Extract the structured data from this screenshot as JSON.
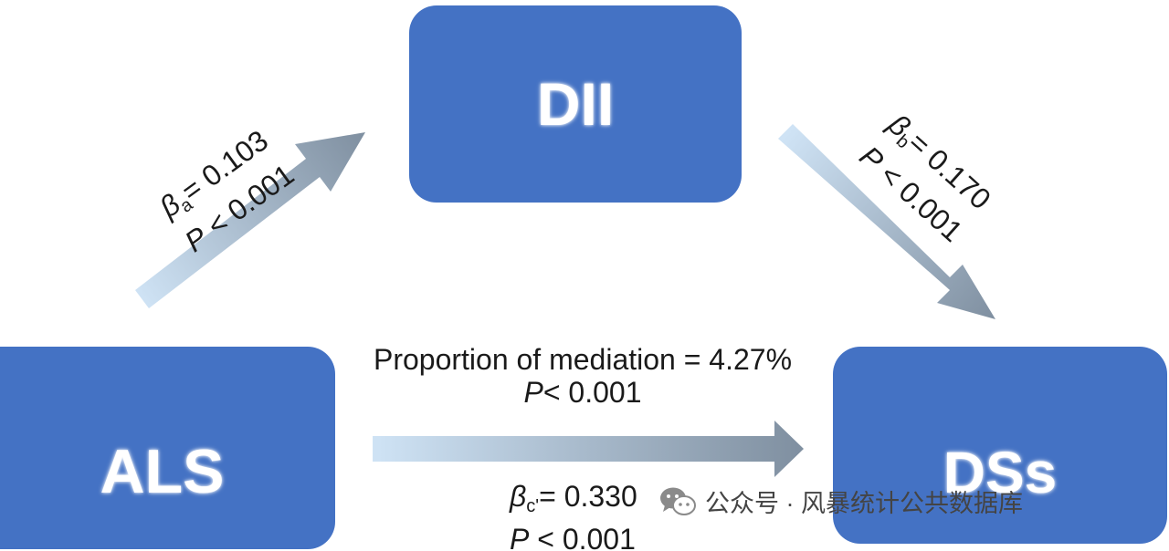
{
  "nodes": {
    "dii": "DII",
    "als": "ALS",
    "dss": "DSs"
  },
  "path_a": {
    "beta_symbol": "β",
    "beta_sub": "a",
    "beta_value": "= 0.103",
    "p_symbol": "P",
    "p_value": " < 0.001"
  },
  "path_b": {
    "beta_symbol": "β",
    "beta_sub": "b",
    "beta_value": "= 0.170",
    "p_symbol": "P",
    "p_value": " < 0.001"
  },
  "path_c": {
    "mediation_text": "Proportion of mediation = 4.27%",
    "mediation_p_symbol": "P",
    "mediation_p_value": "< 0.001",
    "beta_symbol": "β",
    "beta_sub": "c'",
    "beta_value": "= 0.330",
    "p_symbol": "P",
    "p_value": " < 0.001"
  },
  "watermark": {
    "text": "公众号 · 风暴统计公共数据库",
    "icon": "wechat-icon"
  },
  "colors": {
    "node_fill": "#4472C4",
    "arrow_start": "#cfe3f5",
    "arrow_end": "#7f8fa0"
  }
}
